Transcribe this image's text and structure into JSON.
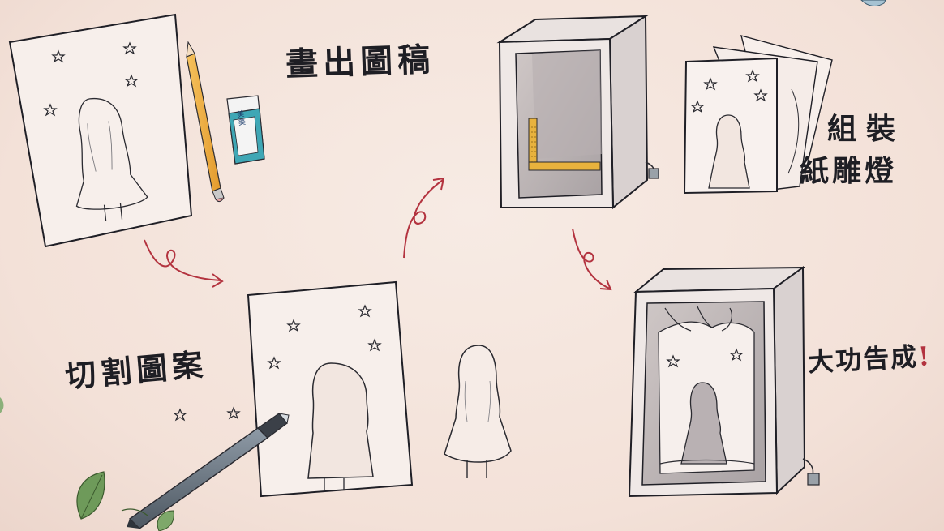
{
  "steps": {
    "draw_label": "畫出圖稿",
    "cut_label": "切割圖案",
    "assemble_line1": "組裝",
    "assemble_line2": "紙雕燈",
    "done_label": "大功告成",
    "done_mark": "!"
  },
  "eraser_label": "美美",
  "colors": {
    "paper": "#f4e4dc",
    "ink": "#1e1e24",
    "arrow": "#b3333f",
    "pencil": "#f0b24a",
    "eraser_sleeve": "#3fa7b5",
    "leaf": "#6e9a5a"
  }
}
